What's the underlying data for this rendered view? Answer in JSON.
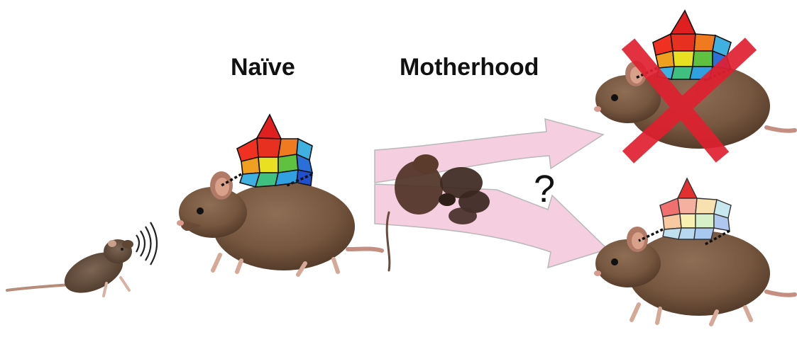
{
  "labels": {
    "naive": "Naïve",
    "motherhood": "Motherhood",
    "question": "?"
  },
  "colors": {
    "mouse_fur": "#7a5a45",
    "mouse_fur_dark": "#4e3626",
    "mouse_belly": "#a98b74",
    "ear_pink": "#d9a08a",
    "arrow_fill": "#f3c6d9",
    "arrow_stroke": "#b8b8b8",
    "cross": "#e02030",
    "map_red": "#e02020",
    "map_orange": "#f08020",
    "map_yellow": "#e8e020",
    "map_green": "#40c040",
    "map_cyan": "#30b0e0",
    "map_blue": "#2050d0"
  },
  "icons": [
    "pup-mouse",
    "sound-waves-icon",
    "naive-mouse",
    "tonotopic-map-icon",
    "mother-with-pups",
    "question-icon",
    "cross-icon"
  ]
}
